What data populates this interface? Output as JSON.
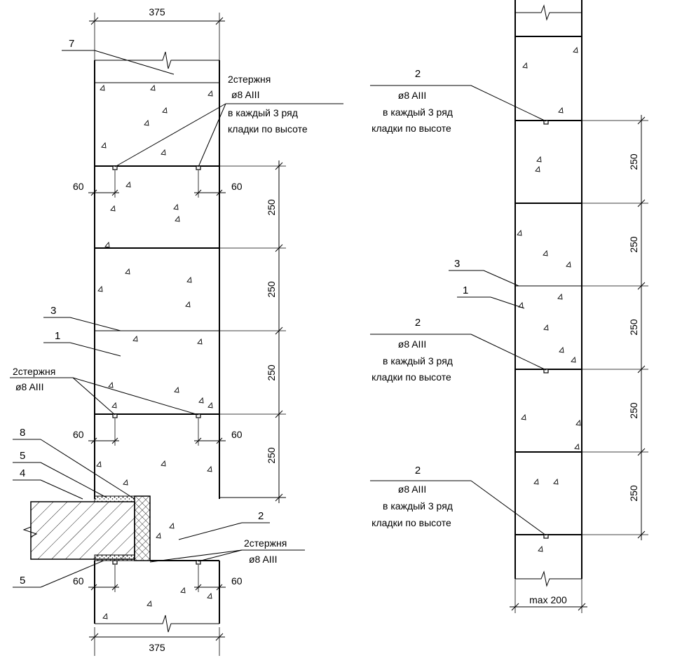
{
  "left": {
    "dim_top": "375",
    "dim_bottom": "375",
    "dim_60": "60",
    "course_height": "250",
    "label_7": "7",
    "label_3": "3",
    "label_1": "1",
    "label_8": "8",
    "label_5a": "5",
    "label_4": "4",
    "label_5b": "5",
    "label_2": "2",
    "top_note": {
      "l1": "2стержня",
      "l2": "ø8 AIII",
      "l3": "в каждый 3 ряд",
      "l4": "кладки по высоте"
    },
    "mid_note": {
      "l1": "2стержня",
      "l2": "ø8 AIII"
    },
    "bottom_note": {
      "l1": "2стержня",
      "l2": "ø8 AIII"
    }
  },
  "right": {
    "notes": [
      {
        "l1": "2",
        "l2": "ø8 AIII",
        "l3": "в каждый 3 ряд",
        "l4": "кладки по высоте"
      },
      {
        "l1": "2",
        "l2": "ø8 AIII",
        "l3": "в каждый 3 ряд",
        "l4": "кладки по высоте"
      },
      {
        "l1": "2",
        "l2": "ø8 AIII",
        "l3": "в каждый 3 ряд",
        "l4": "кладки по высоте"
      }
    ],
    "label_3": "3",
    "label_1": "1",
    "course_height": "250",
    "dim_bottom": "max 200"
  }
}
